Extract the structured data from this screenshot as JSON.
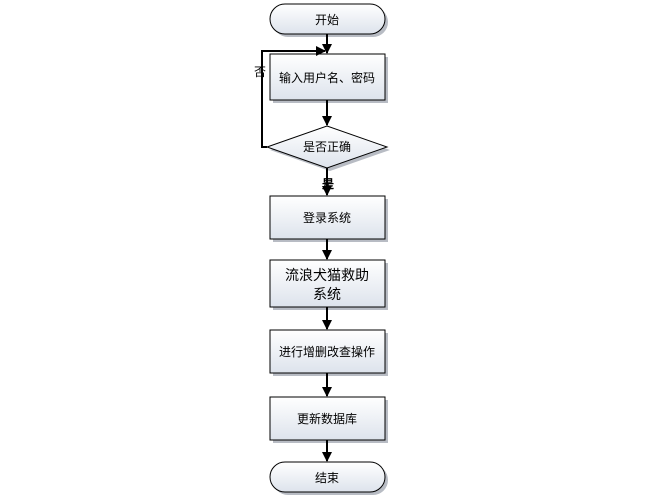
{
  "flowchart": {
    "nodes": {
      "start": {
        "label": "开始",
        "shape": "terminator"
      },
      "input": {
        "label": "输入用户名、密码",
        "shape": "process"
      },
      "check": {
        "label": "是否正确",
        "shape": "decision"
      },
      "login": {
        "label": "登录系统",
        "shape": "process"
      },
      "system": {
        "label_line1": "流浪犬猫救助",
        "label_line2": "系统",
        "shape": "process"
      },
      "operate": {
        "label": "进行增删改查操作",
        "shape": "process"
      },
      "update_db": {
        "label": "更新数据库",
        "shape": "process"
      },
      "end": {
        "label": "结束",
        "shape": "terminator"
      }
    },
    "edges": {
      "no_label": "否",
      "yes_label": "是"
    },
    "colors": {
      "box_fill_top": "#ffffff",
      "box_fill_bottom": "#dfe4ec",
      "stroke": "#000000",
      "shadow": "#b8bcc4"
    }
  }
}
